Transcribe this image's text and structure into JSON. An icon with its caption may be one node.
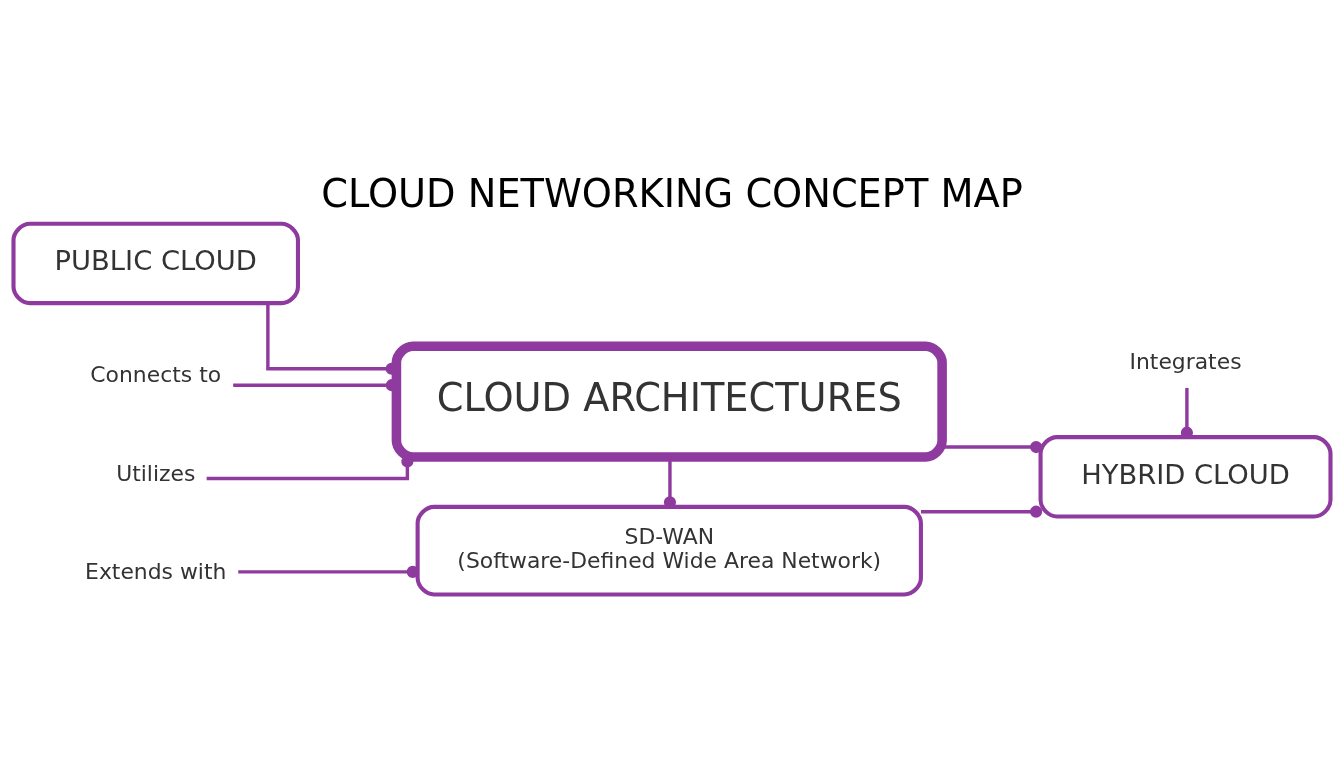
{
  "diagram": {
    "title": "CLOUD NETWORKING CONCEPT MAP",
    "nodes": [
      {
        "text": [
          "PUBLIC CLOUD"
        ]
      },
      {
        "text": [
          "CLOUD ARCHITECTURES"
        ]
      },
      {
        "text": [
          "HYBRID CLOUD"
        ]
      },
      {
        "text": [
          "SD-WAN",
          "(Software-Defined Wide Area Network)"
        ]
      },
      {
        "text": [
          "Connects to"
        ]
      },
      {
        "text": [
          "Utilizes"
        ]
      },
      {
        "text": [
          "Integrates"
        ]
      },
      {
        "text": [
          "Extends with"
        ]
      }
    ],
    "edges": [
      {
        "from": 0,
        "to": 1,
        "arrow": "other"
      },
      {
        "from": 4,
        "to": 1,
        "arrow": "other"
      },
      {
        "from": 5,
        "to": 1,
        "arrow": "other"
      },
      {
        "from": 1,
        "to": 2,
        "arrow": "other"
      },
      {
        "from": 6,
        "to": 2,
        "arrow": "other"
      },
      {
        "from": 1,
        "to": 3,
        "arrow": "other"
      },
      {
        "from": 3,
        "to": 2,
        "arrow": "other"
      },
      {
        "from": 7,
        "to": 3,
        "arrow": "other"
      }
    ]
  }
}
